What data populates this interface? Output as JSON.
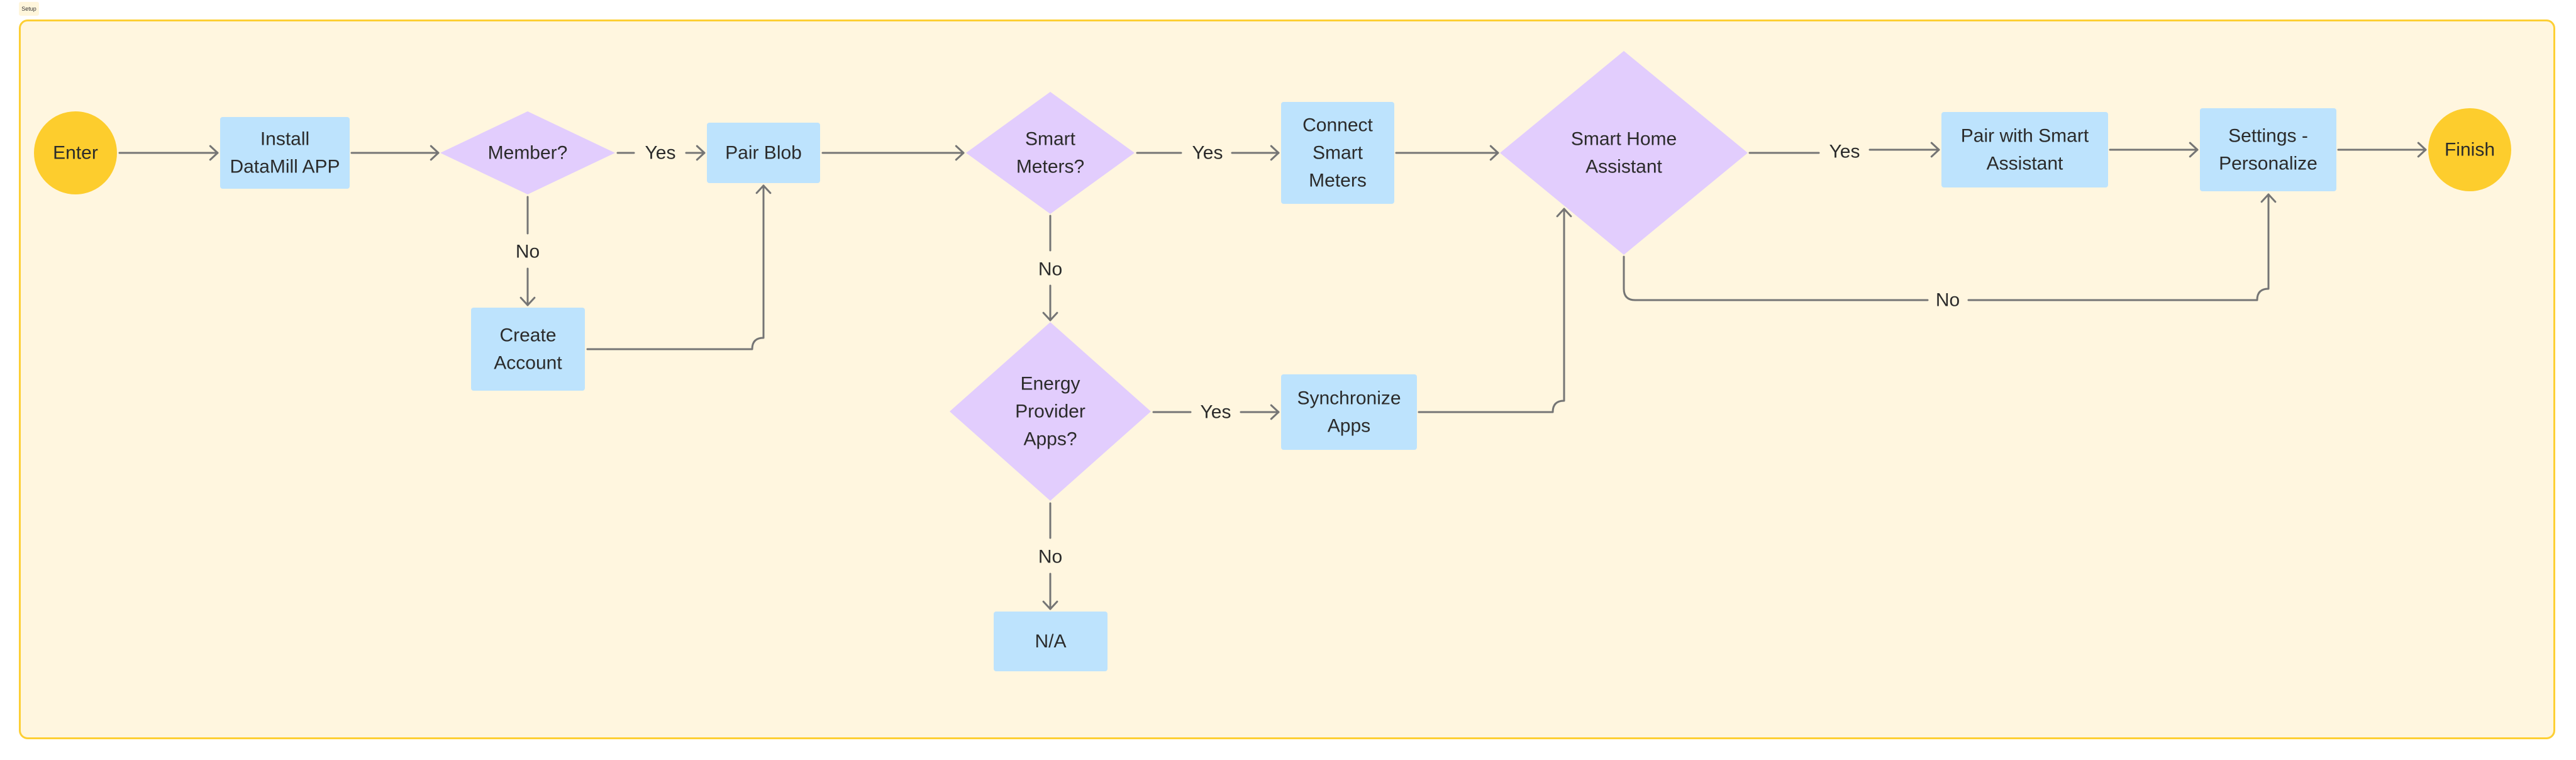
{
  "frame": {
    "label": "Setup"
  },
  "colors": {
    "frame_fill": "#fff6df",
    "frame_border": "#fdcf34",
    "terminal": "#fdcd2d",
    "process": "#bde3fd",
    "decision": "#e2cdfd",
    "edge": "#757575",
    "text": "#2b2b2b"
  },
  "nodes": [
    {
      "id": "enter",
      "type": "terminal",
      "lines": [
        "Enter"
      ]
    },
    {
      "id": "install",
      "type": "process",
      "lines": [
        "Install",
        "DataMill APP"
      ]
    },
    {
      "id": "member",
      "type": "decision",
      "lines": [
        "Member?"
      ]
    },
    {
      "id": "create_account",
      "type": "process",
      "lines": [
        "Create",
        "Account"
      ]
    },
    {
      "id": "pair_blob",
      "type": "process",
      "lines": [
        "Pair Blob"
      ]
    },
    {
      "id": "smart_meters",
      "type": "decision",
      "lines": [
        "Smart",
        "Meters?"
      ]
    },
    {
      "id": "connect_meters",
      "type": "process",
      "lines": [
        "Connect",
        "Smart",
        "Meters"
      ]
    },
    {
      "id": "energy_apps",
      "type": "decision",
      "lines": [
        "Energy",
        "Provider",
        "Apps?"
      ]
    },
    {
      "id": "sync_apps",
      "type": "process",
      "lines": [
        "Synchronize",
        "Apps"
      ]
    },
    {
      "id": "na",
      "type": "process",
      "lines": [
        "N/A"
      ]
    },
    {
      "id": "smart_home",
      "type": "decision",
      "lines": [
        "Smart Home",
        "Assistant"
      ]
    },
    {
      "id": "pair_assistant",
      "type": "process",
      "lines": [
        "Pair with Smart",
        "Assistant"
      ]
    },
    {
      "id": "settings",
      "type": "process",
      "lines": [
        "Settings -",
        "Personalize"
      ]
    },
    {
      "id": "finish",
      "type": "terminal",
      "lines": [
        "Finish"
      ]
    }
  ],
  "edges": [
    {
      "id": "enter-install",
      "from": "enter",
      "to": "install",
      "label": ""
    },
    {
      "id": "install-member",
      "from": "install",
      "to": "member",
      "label": ""
    },
    {
      "id": "member-pairblob",
      "from": "member",
      "to": "pair_blob",
      "label": "Yes"
    },
    {
      "id": "member-create",
      "from": "member",
      "to": "create_account",
      "label": "No"
    },
    {
      "id": "create-pairblob",
      "from": "create_account",
      "to": "pair_blob",
      "label": ""
    },
    {
      "id": "pairblob-meters",
      "from": "pair_blob",
      "to": "smart_meters",
      "label": ""
    },
    {
      "id": "meters-connect",
      "from": "smart_meters",
      "to": "connect_meters",
      "label": "Yes"
    },
    {
      "id": "meters-energy",
      "from": "smart_meters",
      "to": "energy_apps",
      "label": "No"
    },
    {
      "id": "energy-sync",
      "from": "energy_apps",
      "to": "sync_apps",
      "label": "Yes"
    },
    {
      "id": "energy-na",
      "from": "energy_apps",
      "to": "na",
      "label": "No"
    },
    {
      "id": "connect-home",
      "from": "connect_meters",
      "to": "smart_home",
      "label": ""
    },
    {
      "id": "sync-home",
      "from": "sync_apps",
      "to": "smart_home",
      "label": ""
    },
    {
      "id": "home-pairassistant",
      "from": "smart_home",
      "to": "pair_assistant",
      "label": "Yes"
    },
    {
      "id": "home-settings",
      "from": "smart_home",
      "to": "settings",
      "label": "No"
    },
    {
      "id": "pairassistant-settings",
      "from": "pair_assistant",
      "to": "settings",
      "label": ""
    },
    {
      "id": "settings-finish",
      "from": "settings",
      "to": "finish",
      "label": ""
    }
  ]
}
